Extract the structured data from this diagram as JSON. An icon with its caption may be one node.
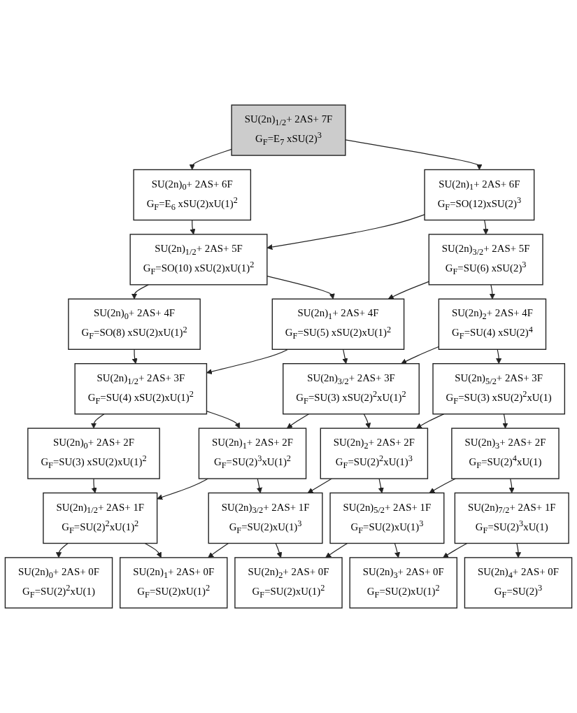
{
  "diagram": {
    "nodes": [
      {
        "text": [
          "SU(2n)$_{1/2}$+ 2AS+ 7F",
          "G$_{F}$=E$_{7}$ xSU(2)$^{3}$"
        ]
      },
      {
        "text": [
          "SU(2n)$_{0}$+ 2AS+ 6F",
          "G$_{F}$=E$_{6}$ xSU(2)xU(1)$^{2}$"
        ]
      },
      {
        "text": [
          "SU(2n)$_{1}$+ 2AS+ 6F",
          "G$_{F}$=SO(12)xSU(2)$^{3}$"
        ]
      },
      {
        "text": [
          "SU(2n)$_{1/2}$+ 2AS+ 5F",
          "G$_{F}$=SO(10) xSU(2)xU(1)$^{2}$"
        ]
      },
      {
        "text": [
          "SU(2n)$_{3/2}$+ 2AS+ 5F",
          "G$_{F}$=SU(6) xSU(2)$^{3}$"
        ]
      },
      {
        "text": [
          "SU(2n)$_{0}$+ 2AS+ 4F",
          "G$_{F}$=SO(8) xSU(2)xU(1)$^{2}$"
        ]
      },
      {
        "text": [
          "SU(2n)$_{1}$+ 2AS+ 4F",
          "G$_{F}$=SU(5) xSU(2)xU(1)$^{2}$"
        ]
      },
      {
        "text": [
          "SU(2n)$_{2}$+ 2AS+ 4F",
          "G$_{F}$=SU(4) xSU(2)$^{4}$"
        ]
      },
      {
        "text": [
          "SU(2n)$_{1/2}$+ 2AS+ 3F",
          "G$_{F}$=SU(4) xSU(2)xU(1)$^{2}$"
        ]
      },
      {
        "text": [
          "SU(2n)$_{3/2}$+ 2AS+ 3F",
          "G$_{F}$=SU(3) xSU(2)$^{2}$xU(1)$^{2}$"
        ]
      },
      {
        "text": [
          "SU(2n)$_{5/2}$+ 2AS+ 3F",
          "G$_{F}$=SU(3) xSU(2)$^{2}$xU(1)"
        ]
      },
      {
        "text": [
          "SU(2n)$_{0}$+ 2AS+ 2F",
          "G$_{F}$=SU(3) xSU(2)xU(1)$^{2}$"
        ]
      },
      {
        "text": [
          "SU(2n)$_{1}$+ 2AS+ 2F",
          "G$_{F}$=SU(2)$^{3}$xU(1)$^{2}$"
        ]
      },
      {
        "text": [
          "SU(2n)$_{2}$+ 2AS+ 2F",
          "G$_{F}$=SU(2)$^{2}$xU(1)$^{3}$"
        ]
      },
      {
        "text": [
          "SU(2n)$_{3}$+ 2AS+ 2F",
          "G$_{F}$=SU(2)$^{4}$xU(1)"
        ]
      },
      {
        "text": [
          "SU(2n)$_{1/2}$+ 2AS+ 1F",
          "G$_{F}$=SU(2)$^{2}$xU(1)$^{2}$"
        ]
      },
      {
        "text": [
          "SU(2n)$_{3/2}$+ 2AS+ 1F",
          "G$_{F}$=SU(2)xU(1)$^{3}$"
        ]
      },
      {
        "text": [
          "SU(2n)$_{5/2}$+ 2AS+ 1F",
          "G$_{F}$=SU(2)xU(1)$^{3}$"
        ]
      },
      {
        "text": [
          "SU(2n)$_{7/2}$+ 2AS+ 1F",
          "G$_{F}$=SU(2)$^{3}$xU(1)"
        ]
      },
      {
        "text": [
          "SU(2n)$_{0}$+ 2AS+ 0F",
          "G$_{F}$=SU(2)$^{2}$xU(1)"
        ]
      },
      {
        "text": [
          "SU(2n)$_{1}$+ 2AS+ 0F",
          "G$_{F}$=SU(2)xU(1)$^{2}$"
        ]
      },
      {
        "text": [
          "SU(2n)$_{2}$+ 2AS+ 0F",
          "G$_{F}$=SU(2)xU(1)$^{2}$"
        ]
      },
      {
        "text": [
          "SU(2n)$_{3}$+ 2AS+ 0F",
          "G$_{F}$=SU(2)xU(1)$^{2}$"
        ]
      },
      {
        "text": [
          "SU(2n)$_{4}$+ 2AS+ 0F",
          "G$_{F}$=SU(2)$^{3}$"
        ]
      }
    ],
    "edges": [
      {
        "from": 0,
        "to": 1,
        "arrow": "to"
      },
      {
        "from": 0,
        "to": 2,
        "arrow": "to"
      },
      {
        "from": 1,
        "to": 3,
        "arrow": "to"
      },
      {
        "from": 2,
        "to": 3,
        "arrow": "to"
      },
      {
        "from": 2,
        "to": 4,
        "arrow": "to"
      },
      {
        "from": 3,
        "to": 5,
        "arrow": "to"
      },
      {
        "from": 3,
        "to": 6,
        "arrow": "to"
      },
      {
        "from": 4,
        "to": 6,
        "arrow": "to"
      },
      {
        "from": 4,
        "to": 7,
        "arrow": "to"
      },
      {
        "from": 5,
        "to": 8,
        "arrow": "to"
      },
      {
        "from": 6,
        "to": 8,
        "arrow": "to"
      },
      {
        "from": 6,
        "to": 9,
        "arrow": "to"
      },
      {
        "from": 7,
        "to": 9,
        "arrow": "to"
      },
      {
        "from": 7,
        "to": 10,
        "arrow": "to"
      },
      {
        "from": 8,
        "to": 11,
        "arrow": "to"
      },
      {
        "from": 8,
        "to": 12,
        "arrow": "to"
      },
      {
        "from": 9,
        "to": 12,
        "arrow": "to"
      },
      {
        "from": 9,
        "to": 13,
        "arrow": "to"
      },
      {
        "from": 10,
        "to": 13,
        "arrow": "to"
      },
      {
        "from": 10,
        "to": 14,
        "arrow": "to"
      },
      {
        "from": 11,
        "to": 15,
        "arrow": "to"
      },
      {
        "from": 12,
        "to": 15,
        "arrow": "to"
      },
      {
        "from": 12,
        "to": 16,
        "arrow": "to"
      },
      {
        "from": 13,
        "to": 16,
        "arrow": "to"
      },
      {
        "from": 13,
        "to": 17,
        "arrow": "to"
      },
      {
        "from": 14,
        "to": 17,
        "arrow": "to"
      },
      {
        "from": 14,
        "to": 18,
        "arrow": "to"
      },
      {
        "from": 15,
        "to": 19,
        "arrow": "to"
      },
      {
        "from": 15,
        "to": 20,
        "arrow": "to"
      },
      {
        "from": 16,
        "to": 20,
        "arrow": "to"
      },
      {
        "from": 16,
        "to": 21,
        "arrow": "to"
      },
      {
        "from": 17,
        "to": 21,
        "arrow": "to"
      },
      {
        "from": 17,
        "to": 22,
        "arrow": "to"
      },
      {
        "from": 18,
        "to": 22,
        "arrow": "to"
      },
      {
        "from": 18,
        "to": 23,
        "arrow": "to"
      }
    ]
  }
}
